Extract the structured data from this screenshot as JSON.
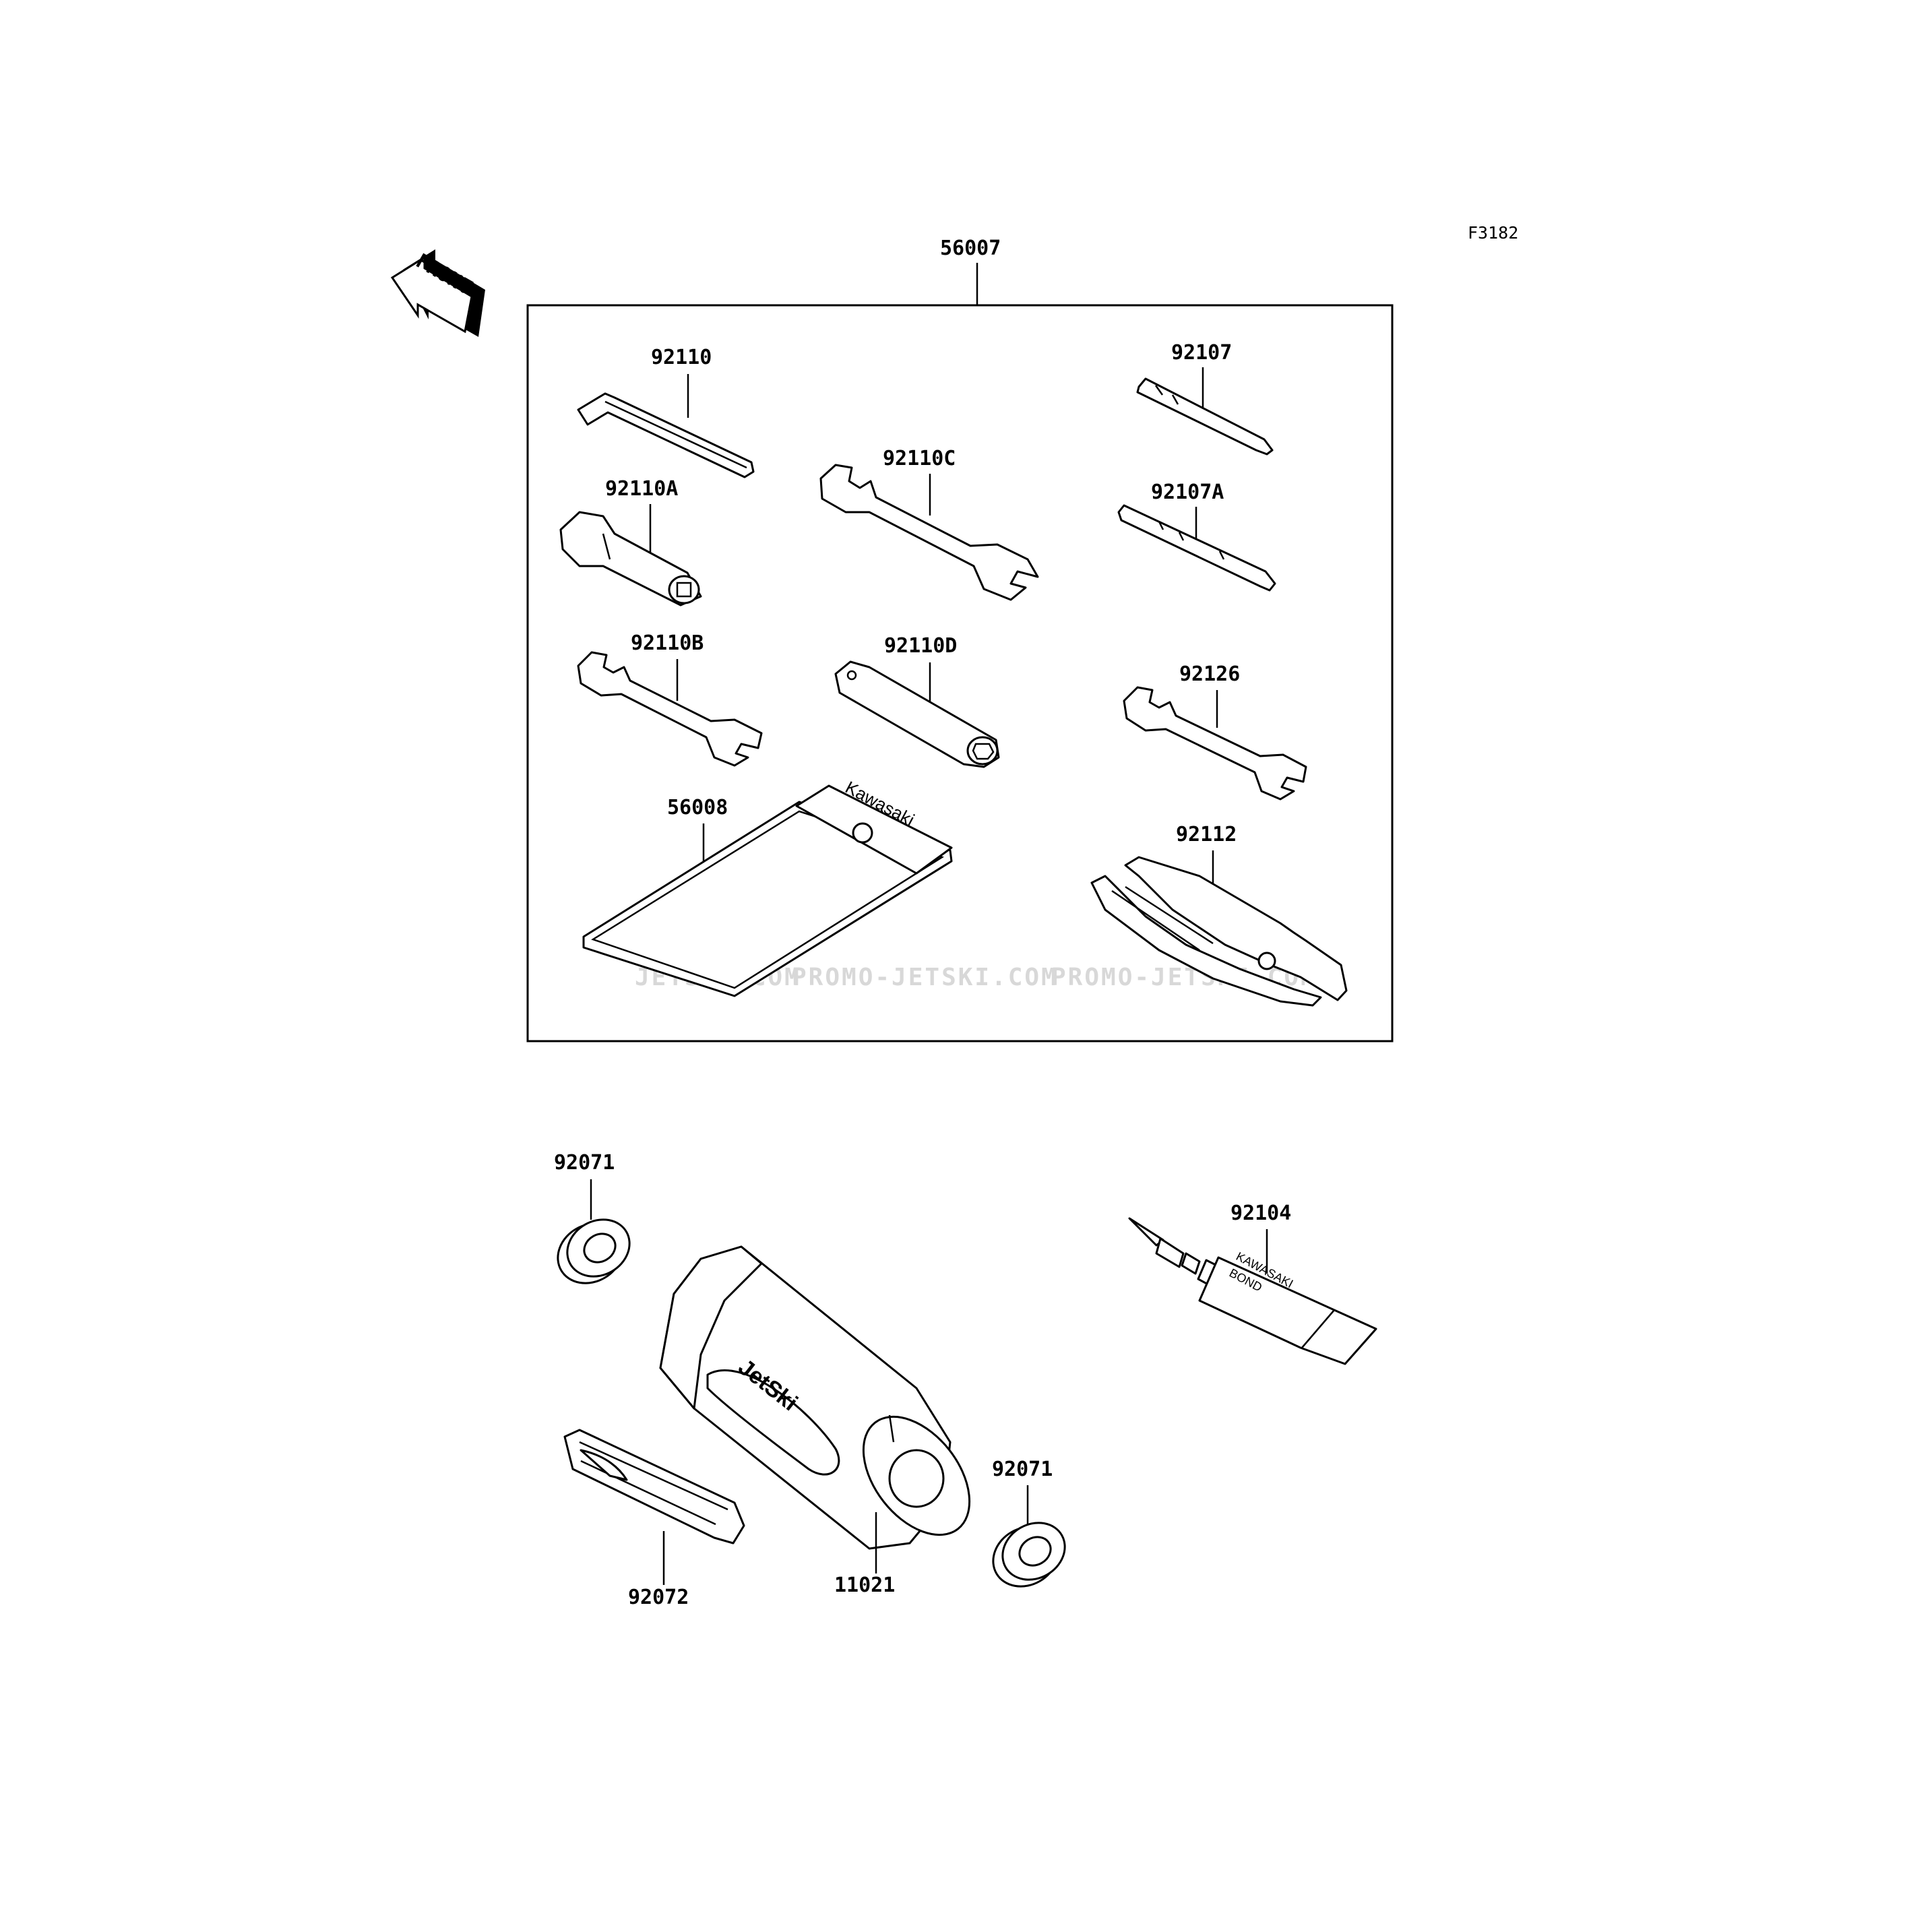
{
  "figure_ref": "F3182",
  "front_label": "FRONT",
  "kit_label": "56007",
  "watermarks": [
    "JETSKI.COM",
    "PROMO-JETSKI.COM",
    "PROMO-JETSKI.COM"
  ],
  "parts": {
    "p92110": "92110",
    "p92110A": "92110A",
    "p92110B": "92110B",
    "p92110C": "92110C",
    "p92110D": "92110D",
    "p92107": "92107",
    "p92107A": "92107A",
    "p92126": "92126",
    "p92112": "92112",
    "p56008": "56008",
    "p92071a": "92071",
    "p92071b": "92071",
    "p92072": "92072",
    "p11021": "11021",
    "p92104": "92104"
  },
  "logos": {
    "pouch": "Kawasaki",
    "canister": "JetSki",
    "tube_brand": "KAWASAKI",
    "tube_product": "BOND"
  }
}
